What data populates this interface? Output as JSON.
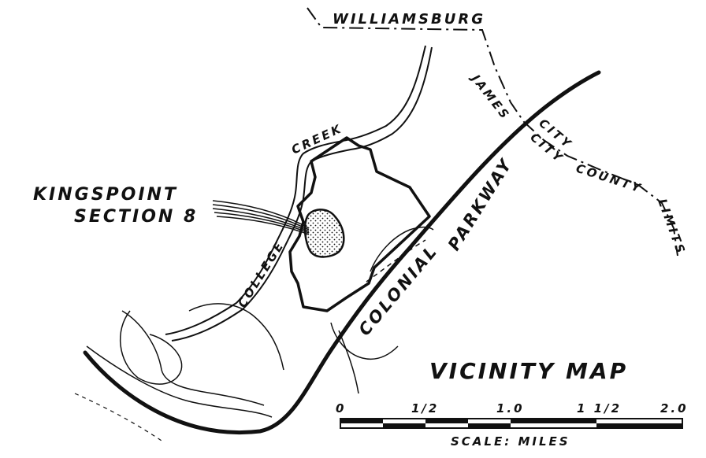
{
  "map": {
    "title": "VICINITY MAP",
    "labels": {
      "williamsburg": "WILLIAMSBURG",
      "james": "JAMES",
      "city_right": "CITY",
      "city_left": "CITY",
      "county": "COUNTY",
      "limits": "LIMITS",
      "creek": "CREEK",
      "college": "COLLEGE",
      "kingspoint_line1": "KINGSPOINT",
      "kingspoint_line2": "SECTION 8",
      "colonial": "COLONIAL",
      "parkway": "PARKWAY"
    },
    "scale": {
      "title": "SCALE: MILES",
      "ticks": [
        "0",
        "1/2",
        "1.0",
        "1 1/2",
        "2.0"
      ]
    },
    "colors": {
      "ink": "#111111",
      "paper": "#ffffff"
    }
  }
}
